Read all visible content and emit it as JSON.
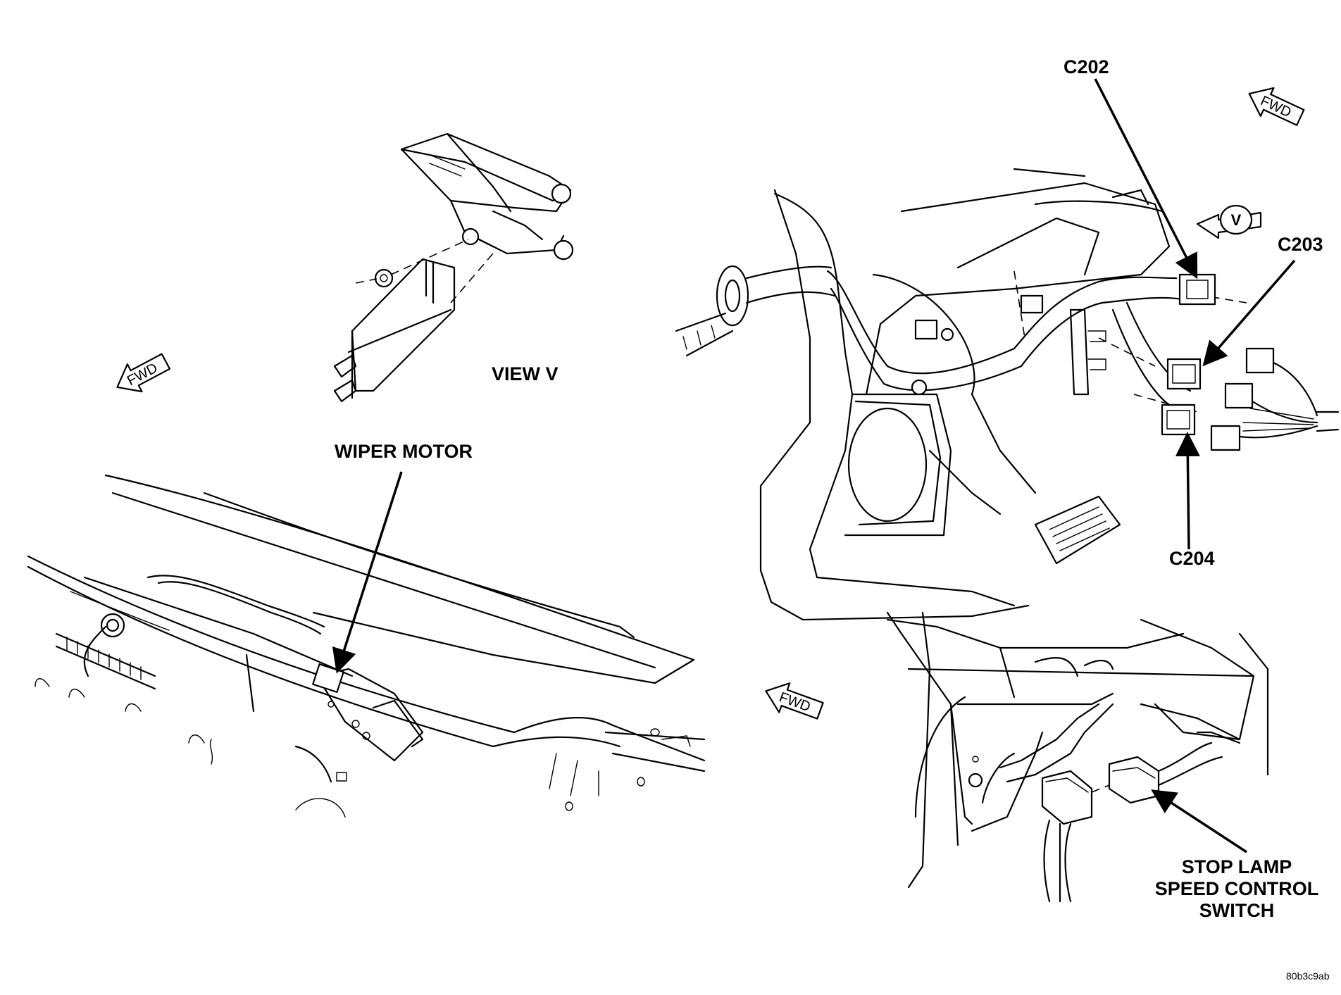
{
  "labels": {
    "c202": "C202",
    "c203": "C203",
    "c204": "C204",
    "view_v": "VIEW V",
    "wiper_motor": "WIPER MOTOR",
    "stop_lamp_line1": "STOP LAMP",
    "stop_lamp_line2": "SPEED CONTROL",
    "stop_lamp_line3": "SWITCH",
    "view_marker": "V",
    "figure_code": "80b3c9ab"
  },
  "fwd_arrows": [
    "FWD",
    "FWD",
    "FWD"
  ],
  "colors": {
    "line": "#000000",
    "background": "#ffffff"
  }
}
